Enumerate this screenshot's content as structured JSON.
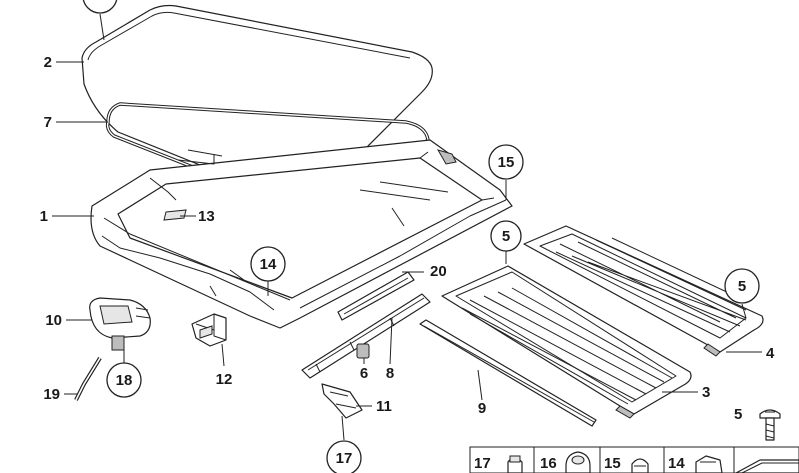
{
  "callouts": [
    {
      "key": "c_top",
      "text": ""
    },
    {
      "key": "c2",
      "text": "2"
    },
    {
      "key": "c7",
      "text": "7"
    },
    {
      "key": "c1",
      "text": "1"
    },
    {
      "key": "c13",
      "text": "13"
    },
    {
      "key": "c15",
      "text": "15"
    },
    {
      "key": "c14",
      "text": "14"
    },
    {
      "key": "c20",
      "text": "20"
    },
    {
      "key": "c5a",
      "text": "5"
    },
    {
      "key": "c5b",
      "text": "5"
    },
    {
      "key": "c4",
      "text": "4"
    },
    {
      "key": "c10",
      "text": "10"
    },
    {
      "key": "c18",
      "text": "18"
    },
    {
      "key": "c12",
      "text": "12"
    },
    {
      "key": "c6",
      "text": "6"
    },
    {
      "key": "c8",
      "text": "8"
    },
    {
      "key": "c3",
      "text": "3"
    },
    {
      "key": "c19",
      "text": "19"
    },
    {
      "key": "c9",
      "text": "9"
    },
    {
      "key": "c11",
      "text": "11"
    },
    {
      "key": "c17",
      "text": "17"
    },
    {
      "key": "c5c",
      "text": "5"
    }
  ],
  "legend": [
    {
      "num": "17",
      "icon": "nut-icon"
    },
    {
      "num": "16",
      "icon": "grommet-icon"
    },
    {
      "num": "15",
      "icon": "cap-icon"
    },
    {
      "num": "14",
      "icon": "clip-icon"
    }
  ],
  "colors": {
    "line": "#222222",
    "fill": "#ffffff",
    "shade": "#e6e6e6"
  }
}
